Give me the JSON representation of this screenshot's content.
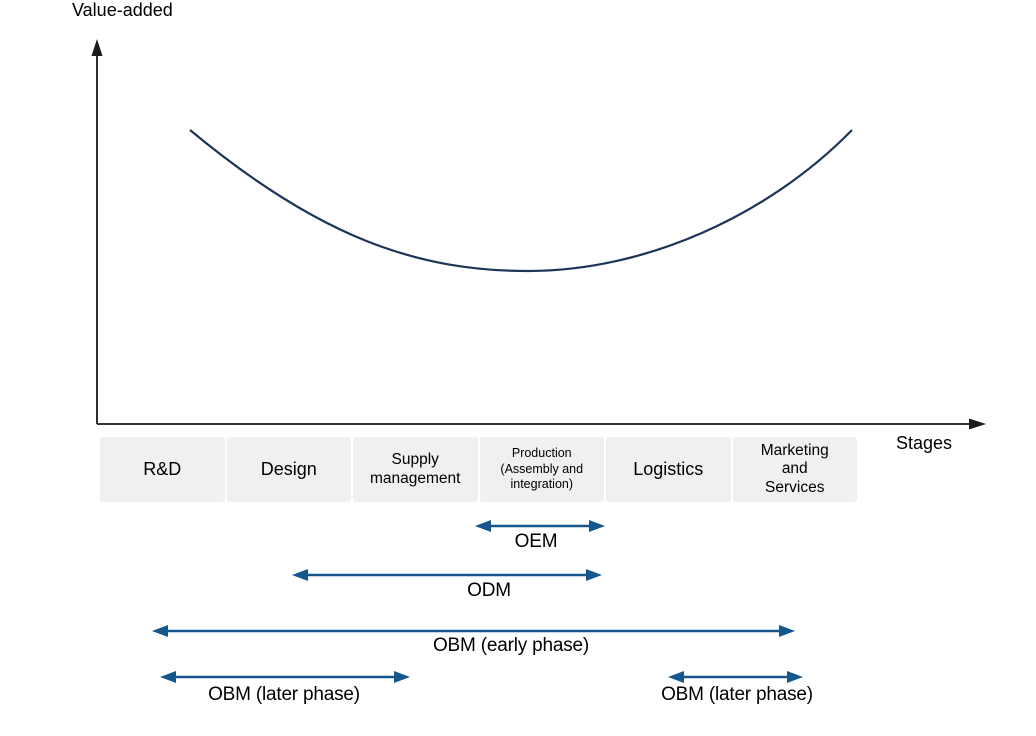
{
  "diagram_type": "smile-curve value chain diagram",
  "axis": {
    "y_label": "Value-added",
    "x_label": "Stages"
  },
  "stages": {
    "items": [
      {
        "label": "R&D"
      },
      {
        "label": "Design"
      },
      {
        "label": "Supply\nmanagement"
      },
      {
        "label": "Production\n(Assembly and\nintegration)"
      },
      {
        "label": "Logistics"
      },
      {
        "label": "Marketing\nand\nServices"
      }
    ]
  },
  "arrows": {
    "oem": {
      "label": "OEM"
    },
    "odm": {
      "label": "ODM"
    },
    "obm_early": {
      "label": "OBM (early phase)"
    },
    "obm_later_left": {
      "label": "OBM (later phase)"
    },
    "obm_later_right": {
      "label": "OBM (later phase)"
    }
  },
  "colors": {
    "curve_color": "#1f3557",
    "arrow_color": "#15578c",
    "axis_color": "#1a1a1a",
    "stage_box_bg": "#f1eff0"
  }
}
